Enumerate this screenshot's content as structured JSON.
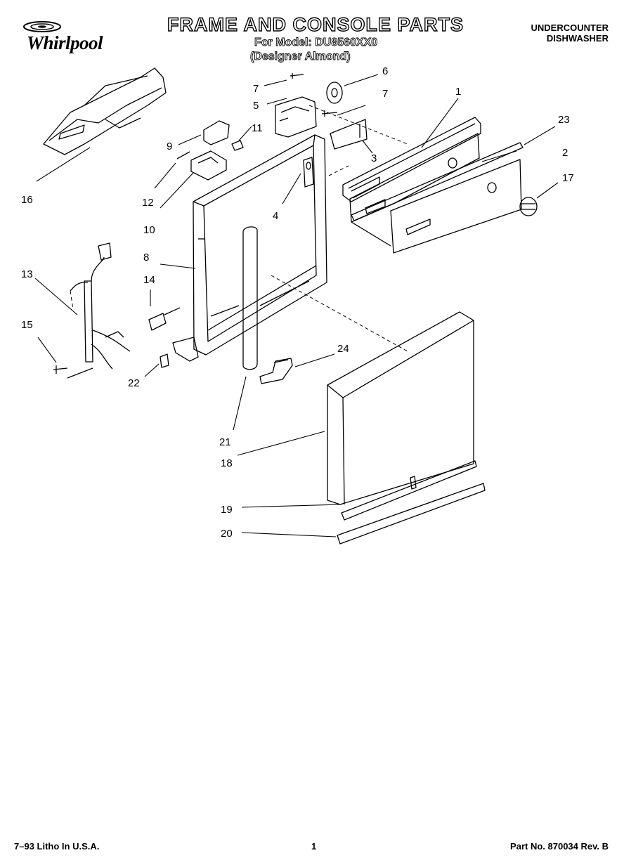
{
  "header": {
    "title": "FRAME AND CONSOLE PARTS",
    "model_line": "For Model: DU8560XX0",
    "variant_line": "(Designer Almond)",
    "product_line1": "UNDERCOUNTER",
    "product_line2": "DISHWASHER"
  },
  "brand": {
    "name": "Whirlpool"
  },
  "callouts": [
    "1",
    "2",
    "3",
    "4",
    "5",
    "6",
    "7",
    "7",
    "8",
    "9",
    "10",
    "11",
    "12",
    "13",
    "14",
    "15",
    "16",
    "17",
    "18",
    "19",
    "20",
    "21",
    "22",
    "23",
    "24"
  ],
  "footer": {
    "left": "7–93 Litho In U.S.A.",
    "page": "1",
    "right": "Part No. 870034 Rev. B"
  }
}
